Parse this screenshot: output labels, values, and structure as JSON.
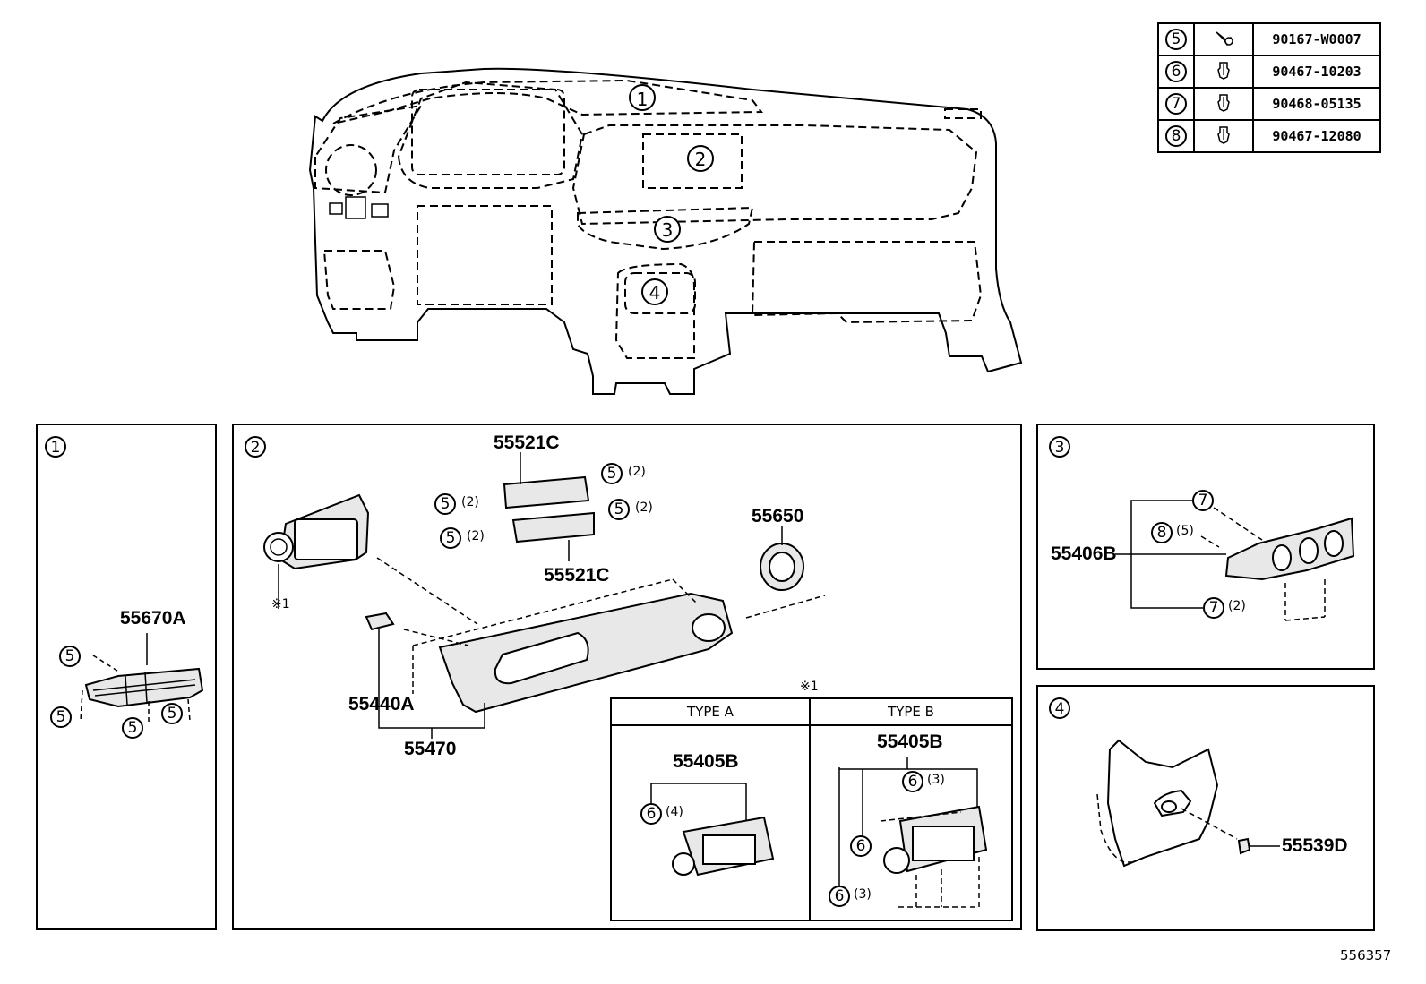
{
  "fastener_table": [
    {
      "ref": "5",
      "icon": "screw-icon",
      "part_no": "90167-W0007"
    },
    {
      "ref": "6",
      "icon": "clip-icon",
      "part_no": "90467-10203"
    },
    {
      "ref": "7",
      "icon": "clip-icon",
      "part_no": "90468-05135"
    },
    {
      "ref": "8",
      "icon": "clip-icon",
      "part_no": "90467-12080"
    }
  ],
  "overview": {
    "callouts": [
      "1",
      "2",
      "3",
      "4"
    ]
  },
  "panel1": {
    "index": "1",
    "part_no": "55670A",
    "refs": [
      "5",
      "5",
      "5",
      "5"
    ]
  },
  "panel2": {
    "index": "2",
    "parts": {
      "upper_register_top": "55521C",
      "upper_register_bottom": "55521C",
      "knob": "55650",
      "cover": "55440A",
      "panel": "55470"
    },
    "note_mark": "※1",
    "qty": {
      "q2a": "(2)",
      "q2b": "(2)",
      "q2c": "(2)",
      "q2d": "(2)"
    },
    "refs": {
      "r5": "5"
    },
    "subpanel": {
      "mark": "※1",
      "type_a": {
        "title": "TYPE A",
        "part_no": "55405B",
        "ref": "6",
        "qty": "(4)"
      },
      "type_b": {
        "title": "TYPE B",
        "part_no": "55405B",
        "ref": "6",
        "qty_top": "(3)",
        "qty_bottom": "(3)"
      }
    }
  },
  "panel3": {
    "index": "3",
    "part_no": "55406B",
    "ref7": "7",
    "ref8": "8",
    "qty8": "(5)",
    "qty7": "(2)"
  },
  "panel4": {
    "index": "4",
    "part_no": "55539D"
  },
  "illustration_id": "556357"
}
